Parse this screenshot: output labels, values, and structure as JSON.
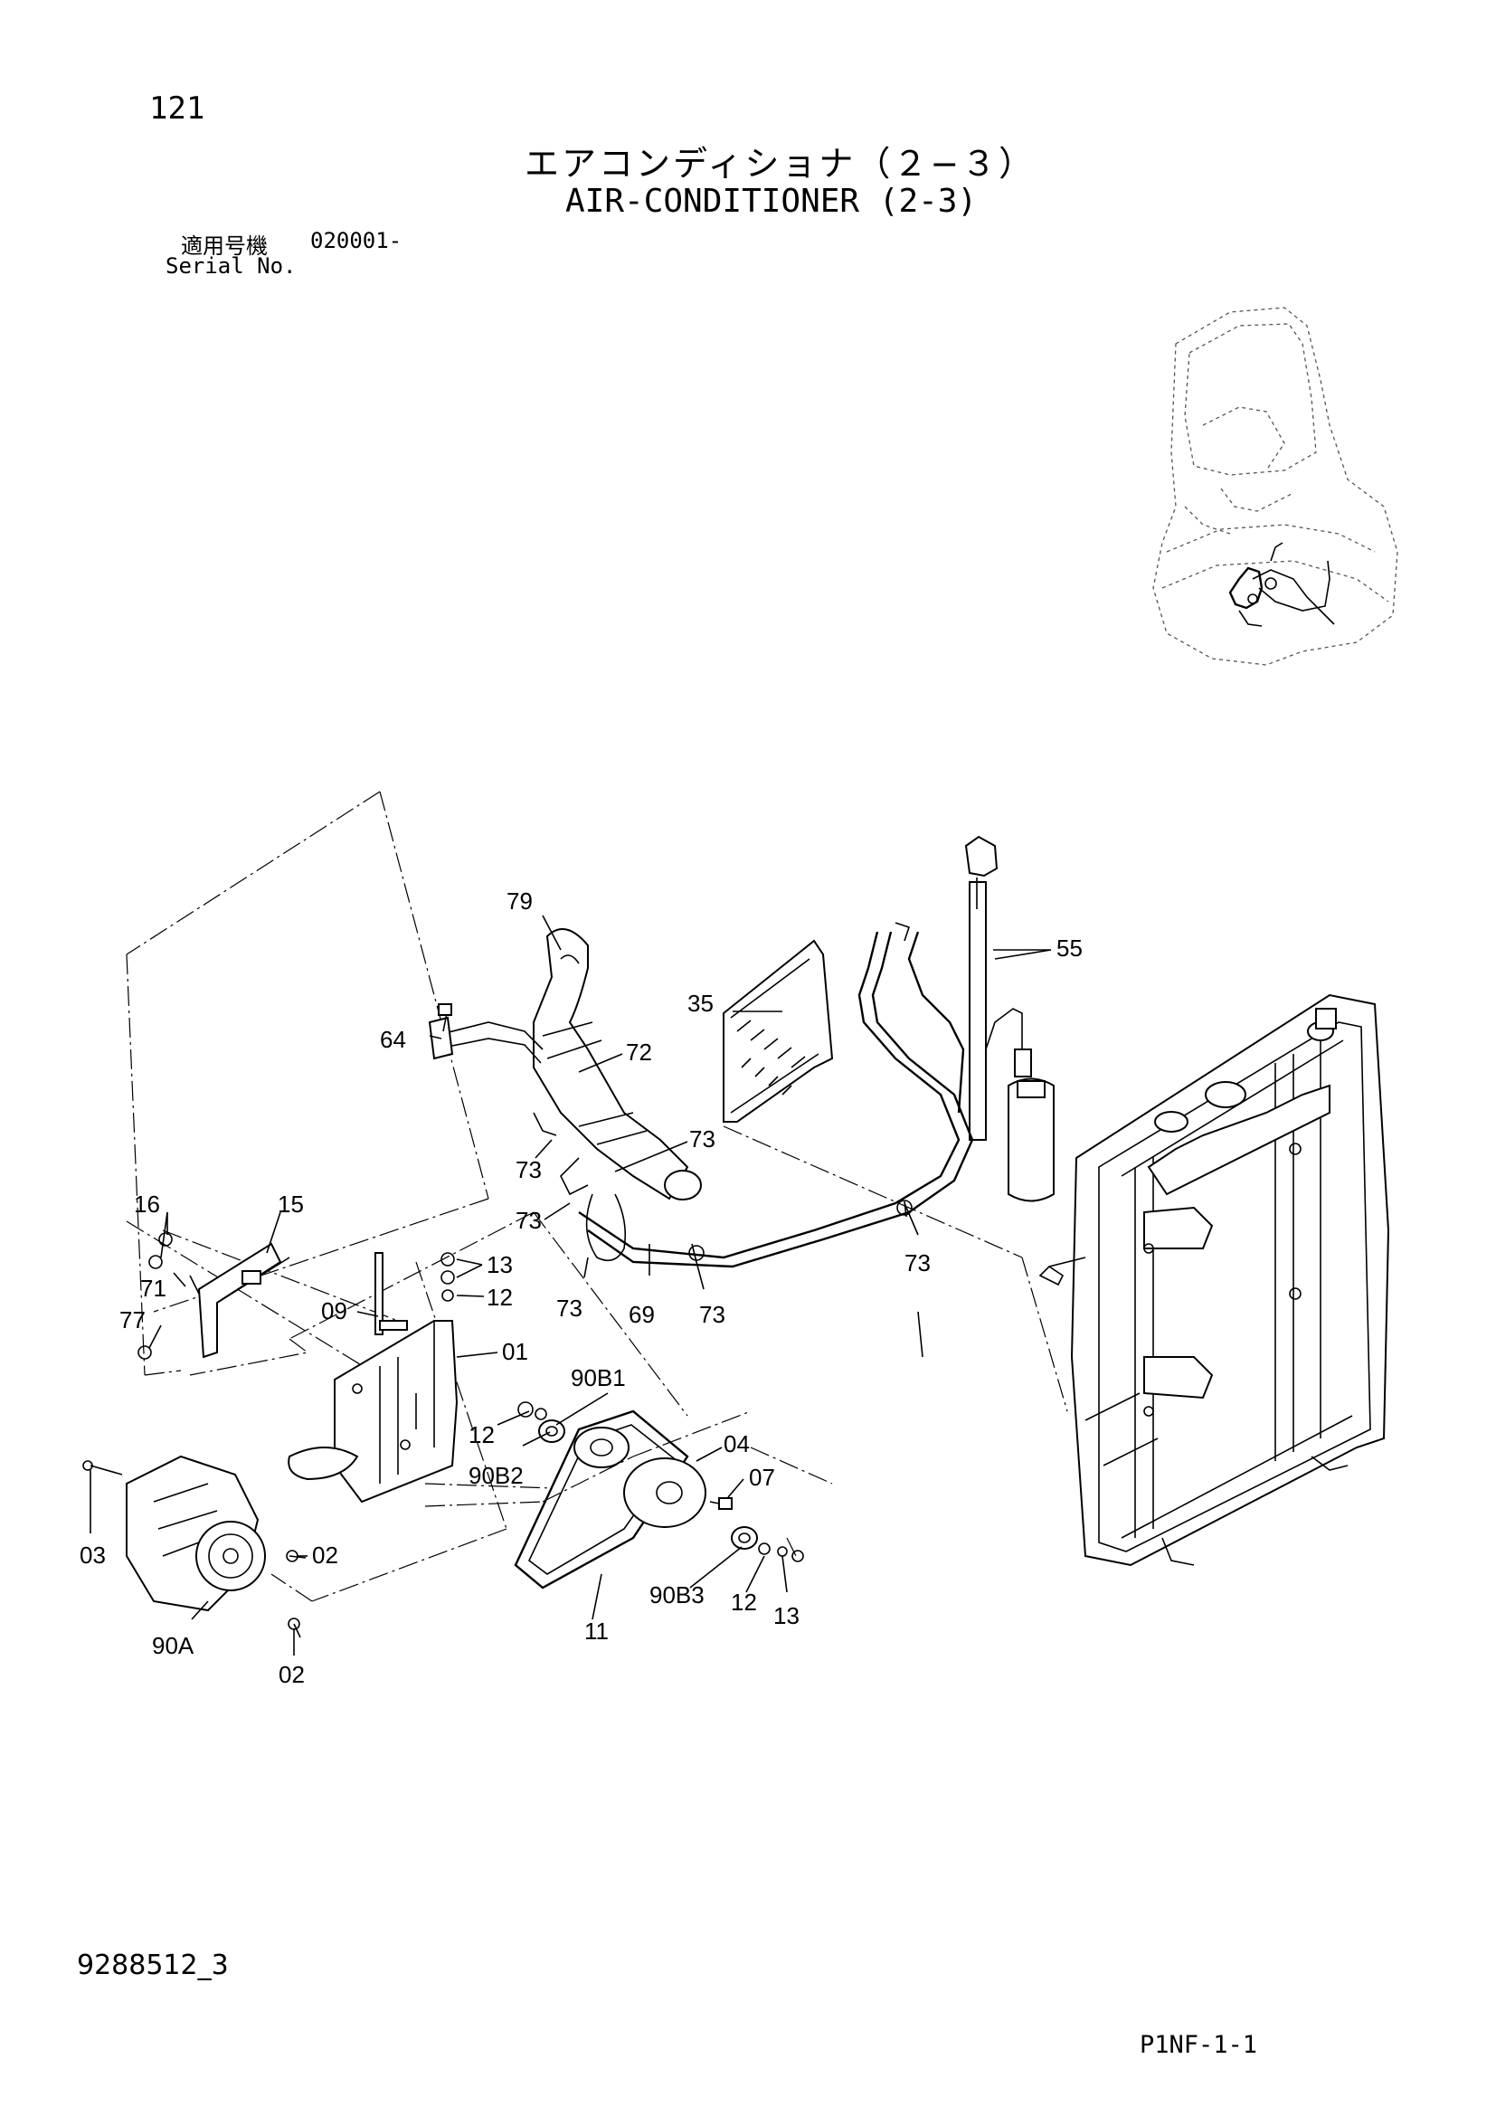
{
  "page": {
    "page_number": "121",
    "title_jp": "エアコンディショナ（２−３）",
    "title_en": "AIR-CONDITIONER (2-3)",
    "serial_label_jp": "適用号機",
    "serial_value": "020001-",
    "serial_label_en": "Serial No.",
    "doc_number": "9288512_3",
    "page_code": "P1NF-1-1"
  },
  "callouts": {
    "c79": "79",
    "c55": "55",
    "c35": "35",
    "c64": "64",
    "c72": "72",
    "c73a": "73",
    "c73b": "73",
    "c73c": "73",
    "c73d": "73",
    "c73e": "73",
    "c73f": "73",
    "c16": "16",
    "c15": "15",
    "c71": "71",
    "c77": "77",
    "c13a": "13",
    "c12a": "12",
    "c09": "09",
    "c01": "01",
    "c69": "69",
    "c90b1": "90B1",
    "c12b": "12",
    "c90b2": "90B2",
    "c04": "04",
    "c07": "07",
    "c03": "03",
    "c02a": "02",
    "c02b": "02",
    "c90a": "90A",
    "c11": "11",
    "c90b3": "90B3",
    "c12c": "12",
    "c13b": "13"
  }
}
